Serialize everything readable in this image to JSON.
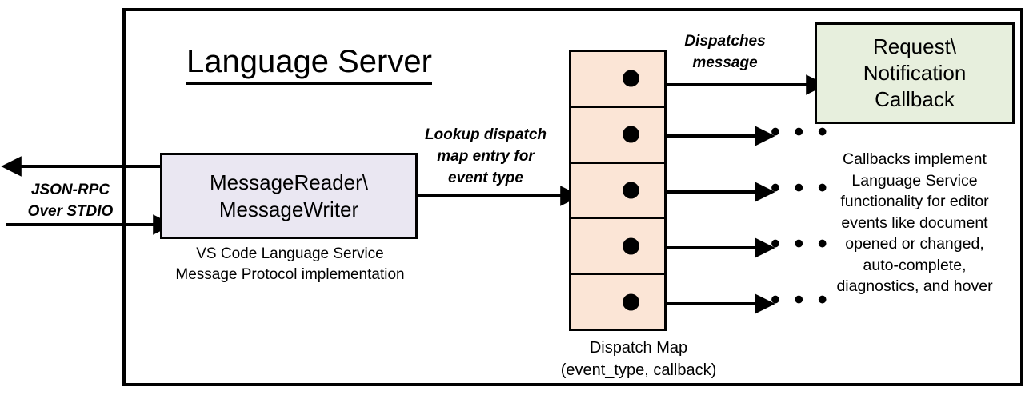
{
  "diagram": {
    "title": "Language Server",
    "frame_label": "language-server-boundary",
    "colors": {
      "message_box_fill": "#eae7f2",
      "dispatch_map_fill": "#fbe5d6",
      "callback_box_fill": "#e7efdd",
      "stroke": "#000000",
      "background": "#ffffff"
    }
  },
  "message_node": {
    "line1": "MessageReader\\",
    "line2": "MessageWriter",
    "caption_line1": "VS Code Language Service",
    "caption_line2": "Message Protocol implementation"
  },
  "dispatch_map": {
    "caption_line1": "Dispatch Map",
    "caption_line2": "(event_type, callback)",
    "row_count": 5,
    "rows": [
      {
        "index": 1,
        "has_dot": true,
        "target": "callback-box",
        "ellipsis": ""
      },
      {
        "index": 2,
        "has_dot": true,
        "target": "ellipsis",
        "ellipsis": "• • •"
      },
      {
        "index": 3,
        "has_dot": true,
        "target": "ellipsis",
        "ellipsis": "• • •"
      },
      {
        "index": 4,
        "has_dot": true,
        "target": "ellipsis",
        "ellipsis": "• • •"
      },
      {
        "index": 5,
        "has_dot": true,
        "target": "ellipsis",
        "ellipsis": "• • •"
      }
    ]
  },
  "callback_node": {
    "line1": "Request\\",
    "line2": "Notification",
    "line3": "Callback",
    "caption_line1": "Callbacks implement",
    "caption_line2": "Language Service",
    "caption_line3": "functionality for editor",
    "caption_line4": "events like document",
    "caption_line5": "opened or changed,",
    "caption_line6": "auto-complete,",
    "caption_line7": "diagnostics, and hover"
  },
  "edge_labels": {
    "jsonrpc_line1": "JSON-RPC",
    "jsonrpc_line2": "Over STDIO",
    "lookup_line1": "Lookup dispatch",
    "lookup_line2": "map entry for",
    "lookup_line3": "event type",
    "dispatches_line1": "Dispatches",
    "dispatches_line2": "message"
  }
}
